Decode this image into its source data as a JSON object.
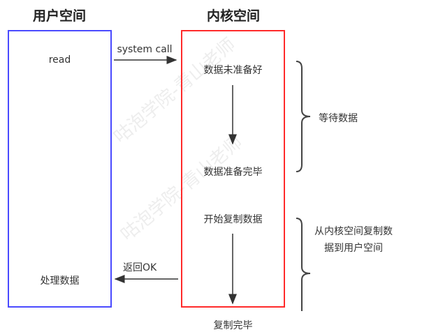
{
  "user_space": {
    "title": "用户空间",
    "read": "read",
    "process": "处理数据",
    "color": "#4a4aff"
  },
  "kernel_space": {
    "title": "内核空间",
    "not_ready": "数据未准备好",
    "ready": "数据准备完毕",
    "copy_start": "开始复制数据",
    "copy_done": "复制完毕",
    "color": "#ff2a2a"
  },
  "arrows": {
    "syscall": "system call",
    "return_ok": "返回OK"
  },
  "phases": {
    "wait": "等待数据",
    "copy_line1": "从内核空间复制数",
    "copy_line2": "据到用户空间"
  },
  "watermark": "咕泡学院-青山老师"
}
